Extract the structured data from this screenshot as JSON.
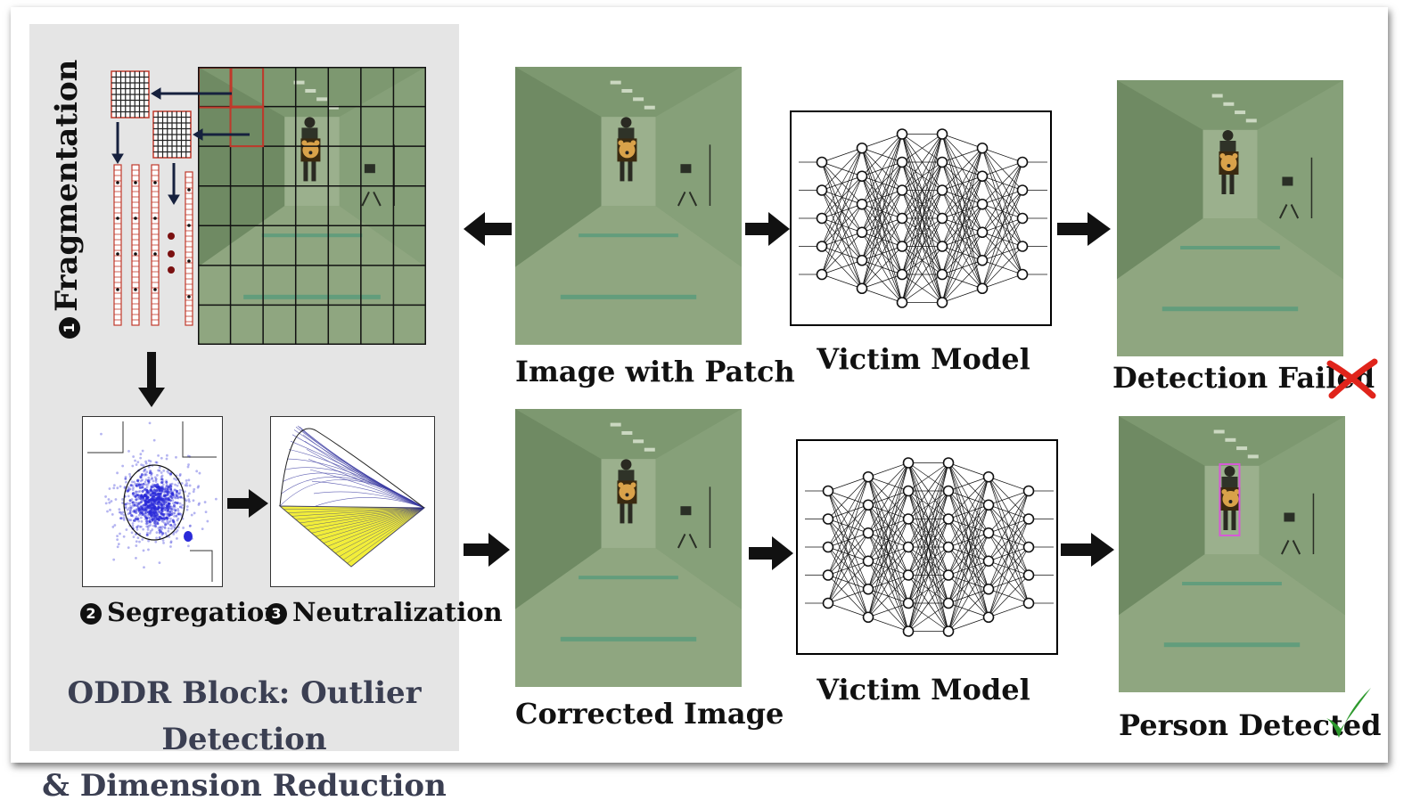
{
  "colors": {
    "scene_wall": "#7d9870",
    "scene_floor": "#8fa680",
    "panel_bg": "#e5e5e5",
    "grid_red": "#c0392b",
    "fail_red": "#e0241b",
    "success_green": "#2e9a2e",
    "detect_box": "#d65ad6",
    "oddr_title": "#3b3f52",
    "surface_yellow": "#f2ee3a",
    "cluster_blue": "#2a2ad8"
  },
  "oddr": {
    "step1_num": "1",
    "step1_label": "Fragmentation",
    "step2_num": "2",
    "step2_label": "Segregation",
    "step3_num": "3",
    "step3_label": "Neutralization",
    "title_line1": "ODDR Block: Outlier Detection",
    "title_line2": "& Dimension Reduction"
  },
  "pipeline": {
    "top_image_label": "Image with Patch",
    "top_model_label": "Victim Model",
    "top_result_label": "Detection Failed",
    "top_result_icon": "cross-icon",
    "bottom_image_label": "Corrected Image",
    "bottom_model_label": "Victim Model",
    "bottom_result_label": "Person Detected",
    "bottom_result_icon": "checkmark-icon"
  },
  "network": {
    "layer_sizes": [
      5,
      6,
      7,
      7,
      6,
      5
    ]
  }
}
